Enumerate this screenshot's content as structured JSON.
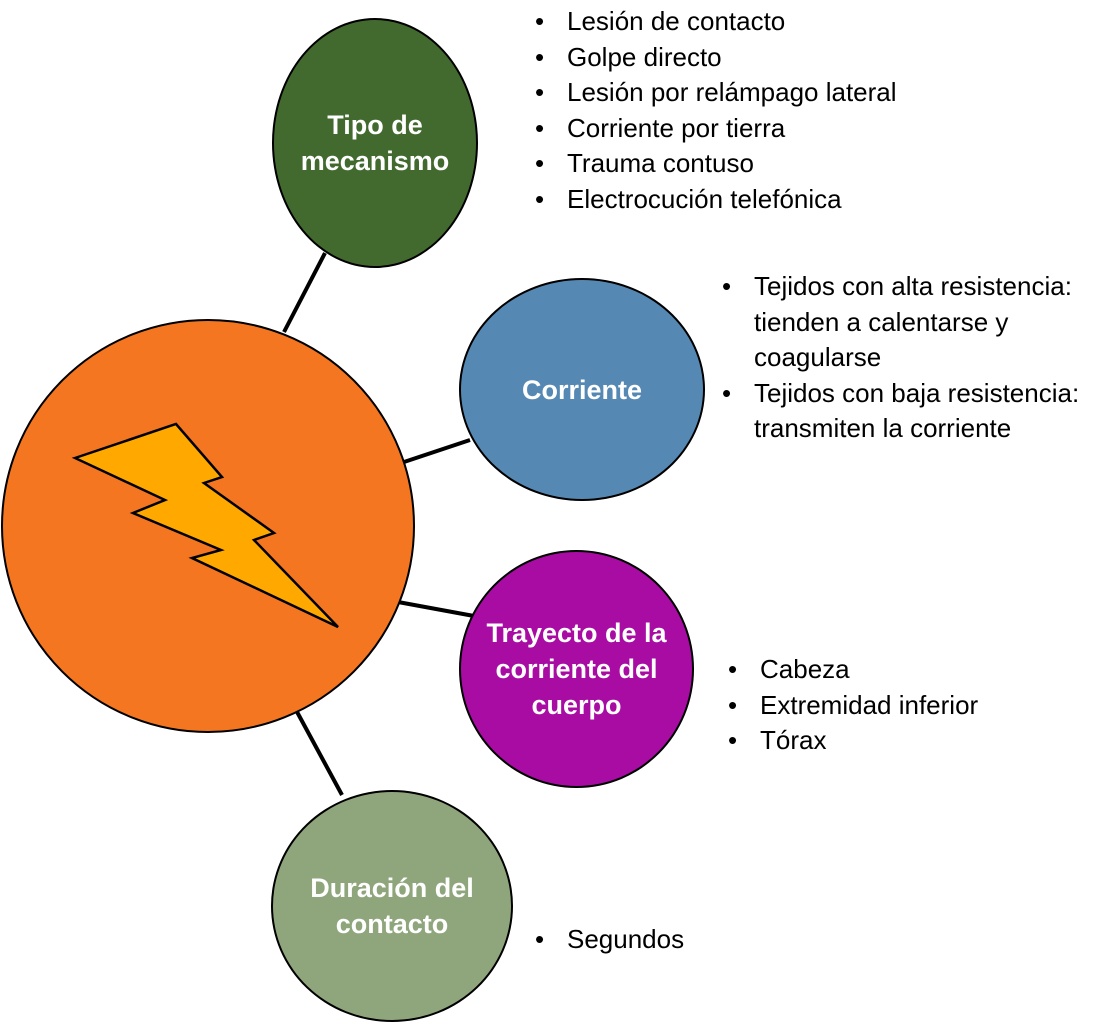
{
  "diagram": {
    "center": {
      "icon": "lightning-bolt-icon",
      "color": "#f47621",
      "bolt_color": "#ffa800"
    },
    "branches": [
      {
        "title": "Tipo de\nmecanismo",
        "color": "#426a2f",
        "items": [
          "Lesión de contacto",
          "Golpe directo",
          "Lesión por relámpago lateral",
          "Corriente por tierra",
          "Trauma contuso",
          "Electrocución telefónica"
        ]
      },
      {
        "title": "Corriente",
        "color": "#5688b4",
        "items": [
          "Tejidos con alta resistencia: tienden a calentarse y coagularse",
          "Tejidos con baja resistencia: transmiten la corriente"
        ]
      },
      {
        "title": "Trayecto de la\ncorriente del\ncuerpo",
        "color": "#a80ca3",
        "items": [
          "Cabeza",
          "Extremidad inferior",
          "Tórax"
        ]
      },
      {
        "title": "Duración del\ncontacto",
        "color": "#8fa67d",
        "items": [
          "Segundos"
        ]
      }
    ]
  }
}
